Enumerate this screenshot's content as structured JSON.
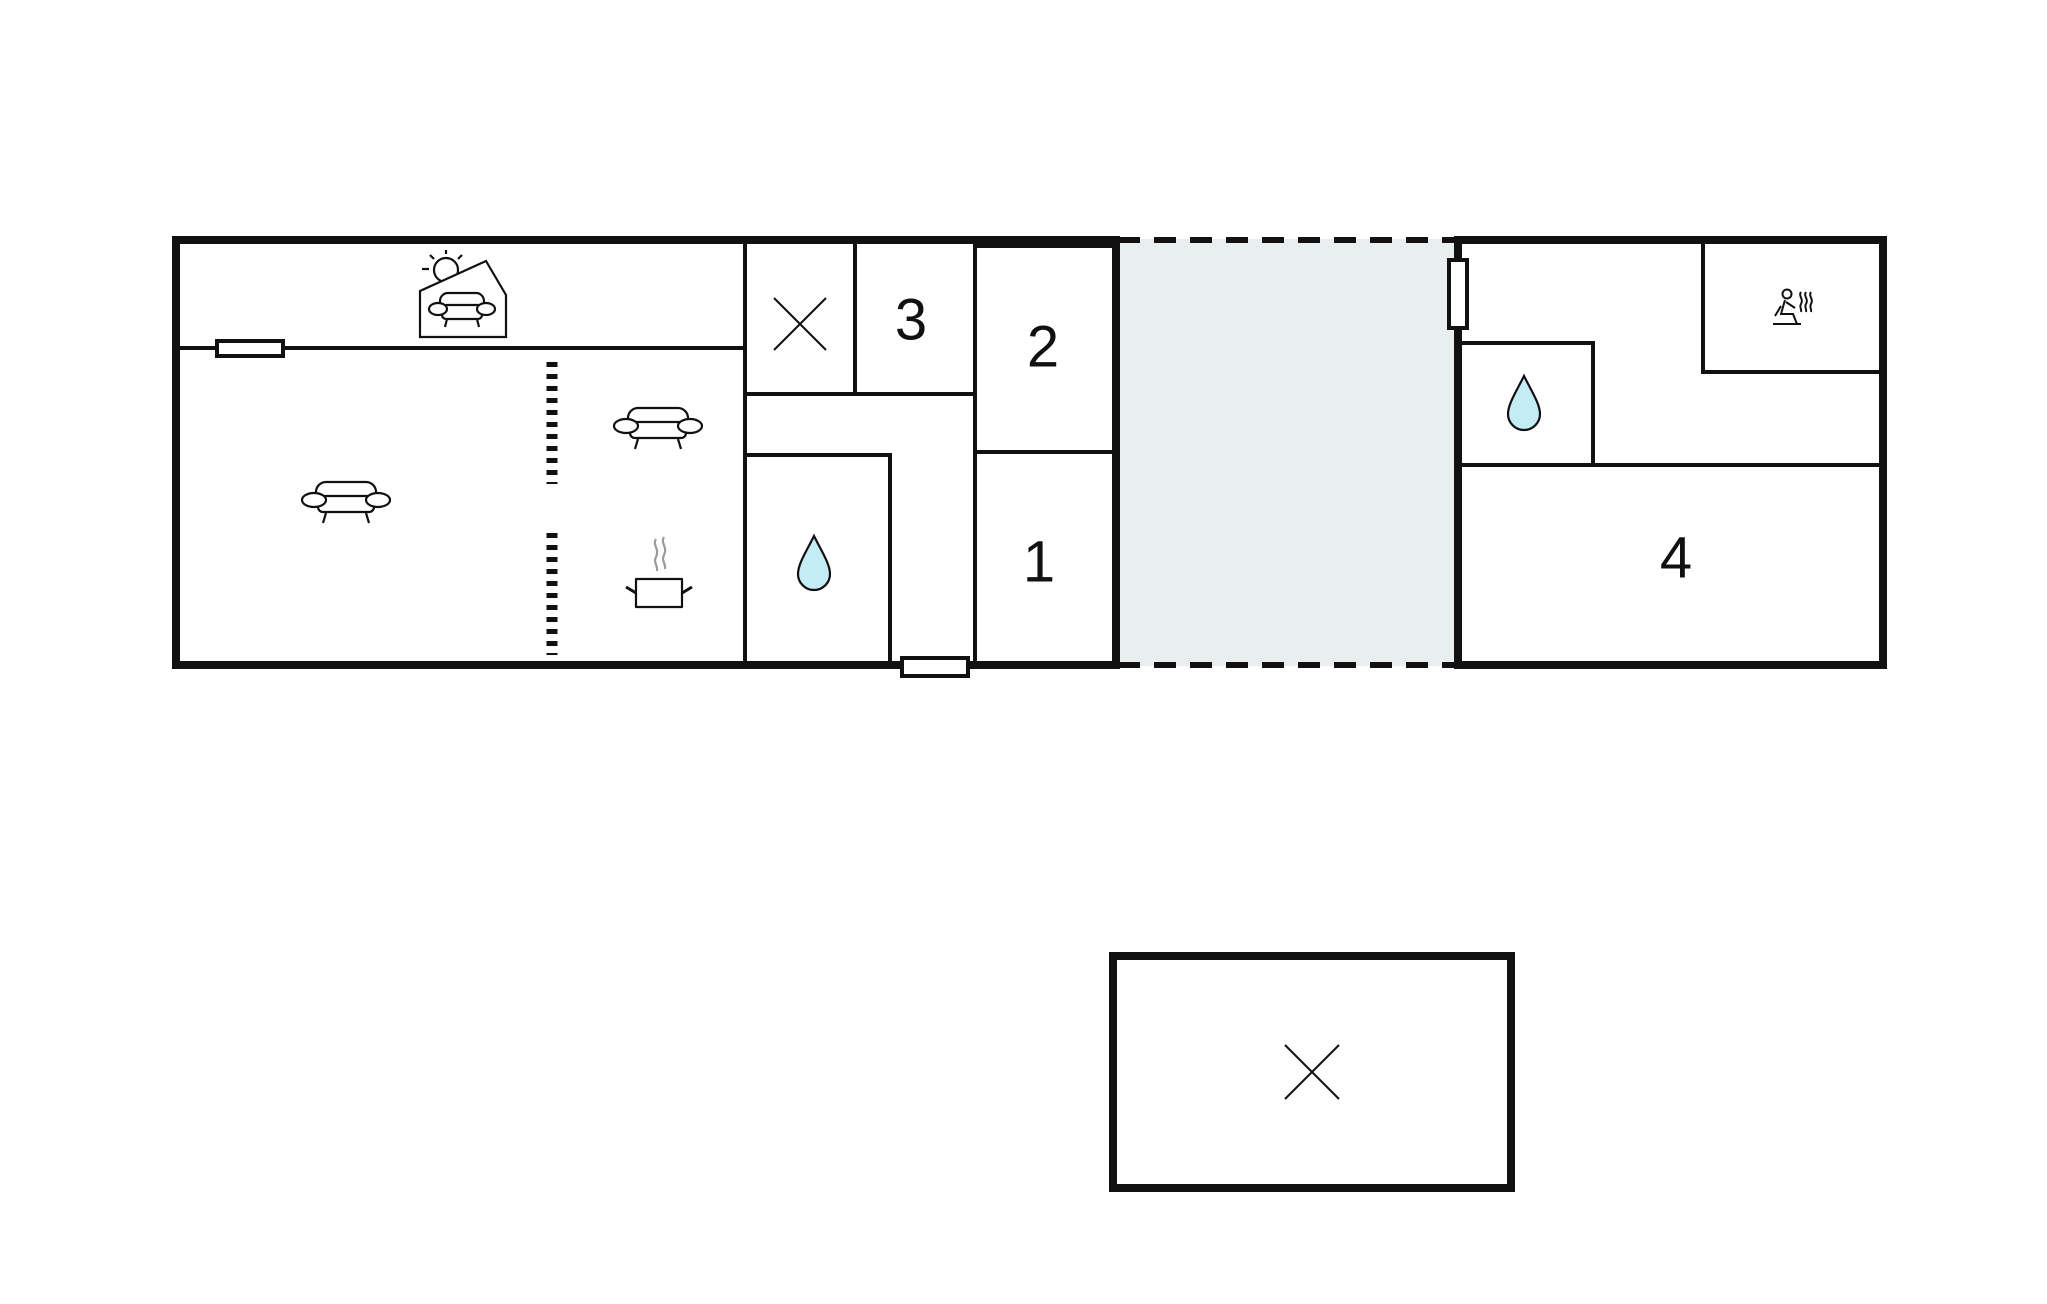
{
  "colors": {
    "wall": "#111111",
    "background": "#ffffff",
    "open_area": "#e8efee",
    "water": "#c3ecf4"
  },
  "rooms": {
    "room_1": "1",
    "room_2": "2",
    "room_3": "3",
    "room_4": "4"
  },
  "icons": [
    "sofa-icon",
    "sunroom-sofa-icon",
    "cooking-pot-icon",
    "water-drop-icon",
    "sauna-icon",
    "cross-icon"
  ]
}
